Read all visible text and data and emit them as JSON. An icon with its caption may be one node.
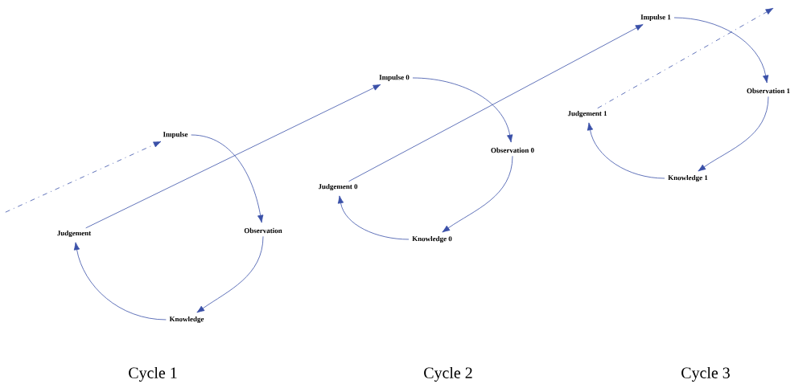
{
  "diagram": {
    "nodes": [
      {
        "text": [
          "Impulse"
        ]
      },
      {
        "text": [
          "Observation"
        ]
      },
      {
        "text": [
          "Knowledge"
        ]
      },
      {
        "text": [
          "Judgement"
        ]
      },
      {
        "text": [
          "Impulse 0"
        ]
      },
      {
        "text": [
          "Observation 0"
        ]
      },
      {
        "text": [
          "Knowledge 0"
        ]
      },
      {
        "text": [
          "Judgement 0"
        ]
      },
      {
        "text": [
          "Impulse 1"
        ]
      },
      {
        "text": [
          "Observation 1"
        ]
      },
      {
        "text": [
          "Knowledge 1"
        ]
      },
      {
        "text": [
          "Judgement 1"
        ]
      }
    ],
    "edges": [
      {
        "from": null,
        "to": 0,
        "arrow": "to",
        "style": "dashed"
      },
      {
        "from": 0,
        "to": 1,
        "arrow": "to"
      },
      {
        "from": 1,
        "to": 2,
        "arrow": "to"
      },
      {
        "from": 2,
        "to": 3,
        "arrow": "to"
      },
      {
        "from": 3,
        "to": 4,
        "arrow": "to"
      },
      {
        "from": 4,
        "to": 5,
        "arrow": "to"
      },
      {
        "from": 5,
        "to": 6,
        "arrow": "to"
      },
      {
        "from": 6,
        "to": 7,
        "arrow": "to"
      },
      {
        "from": 7,
        "to": 8,
        "arrow": "to"
      },
      {
        "from": 8,
        "to": 9,
        "arrow": "to"
      },
      {
        "from": 9,
        "to": 10,
        "arrow": "to"
      },
      {
        "from": 10,
        "to": 11,
        "arrow": "to"
      },
      {
        "from": 11,
        "to": null,
        "arrow": "to",
        "style": "dashed"
      }
    ],
    "labels": [
      "Cycle 1",
      "Cycle 2",
      "Cycle 3"
    ]
  }
}
